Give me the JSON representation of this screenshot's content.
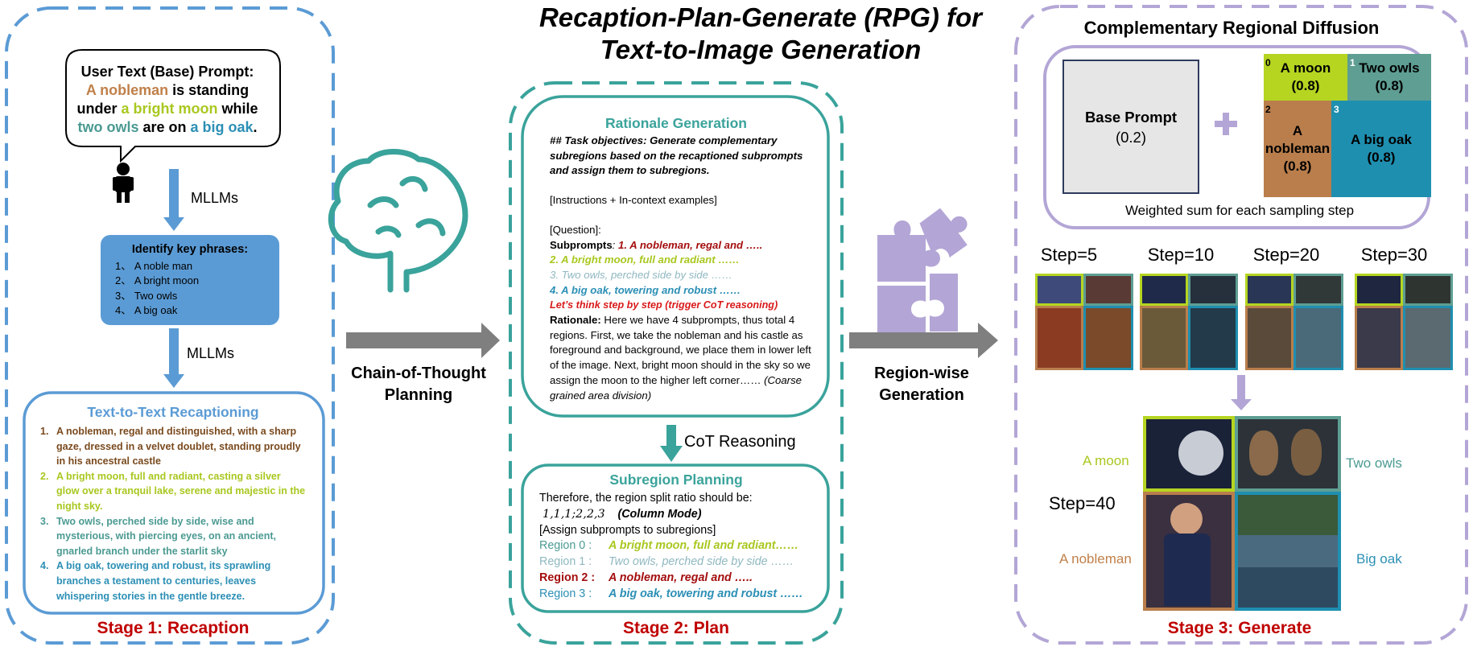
{
  "title": {
    "line1": "Recaption-Plan-Generate (RPG) for",
    "line2": "Text-to-Image Generation"
  },
  "stage1": {
    "prompt_heading": "User Text (Base) Prompt:",
    "prompt_parts": {
      "p1": "A nobleman",
      "p2": " is standing",
      "p3": "under ",
      "p4": "a bright moon",
      "p5": " while",
      "p6": "two owls",
      "p7": " are on ",
      "p8": "a big oak",
      "p9": "."
    },
    "mllm_label_1": "MLLMs",
    "mllm_label_2": "MLLMs",
    "key_phrases_title": "Identify key phrases:",
    "key_phrases": [
      "1、 A noble man",
      "2、 A bright moon",
      "3、 Two owls",
      "4、 A big oak"
    ],
    "recaption_title": "Text-to-Text Recaptioning",
    "recaptions": [
      {
        "num": "1.",
        "text": "A nobleman, regal and distinguished, with a sharp gaze, dressed in a velvet doublet, standing proudly in his ancestral castle"
      },
      {
        "num": "2.",
        "text": "A bright moon, full and radiant, casting a silver glow over a tranquil lake, serene and majestic in the night sky."
      },
      {
        "num": "3.",
        "text": "Two owls, perched side by side, wise and mysterious, with piercing eyes, on an ancient, gnarled branch under the starlit sky"
      },
      {
        "num": "4.",
        "text": "A big oak, towering and robust, its sprawling branches a testament to centuries, leaves whispering stories in the gentle breeze."
      }
    ],
    "stage_label": "Stage 1: Recaption"
  },
  "middle": {
    "cot_planning_1": "Chain-of-Thought",
    "cot_planning_2": "Planning",
    "region_gen_1": "Region-wise",
    "region_gen_2": "Generation"
  },
  "stage2": {
    "rationale_title": "Rationale Generation",
    "task_objectives": "## Task objectives: Generate complementary subregions based on the recaptioned subprompts and assign them to subregions.",
    "instructions": "[Instructions + In-context examples]",
    "question": "[Question]:",
    "subprompts_label": "Subprompts",
    "subprompts_colon": ": ",
    "subprompt_1": "1. A nobleman, regal and …..",
    "subprompt_2": "2. A bright moon, full and radiant ……",
    "subprompt_3": "3. Two owls, perched side by side ……",
    "subprompt_4": "4. A big oak, towering and robust ……",
    "cot_trigger": "Let’s think step by step (trigger CoT reasoning)",
    "rationale_label": "Rationale:",
    "rationale_text": "  Here we have 4 subprompts, thus total 4 regions. First, we take the nobleman and his castle as foreground and background, we place them in lower left of the image. Next, bright moon should in the sky so we assign the moon to the higher left corner……",
    "rationale_tail": " (Coarse grained area division)",
    "cot_reasoning_label": "CoT Reasoning",
    "subregion_title": "Subregion Planning",
    "split_text": "Therefore, the region split ratio should be:",
    "split_ratio": "1,1,1;2,2,3",
    "column_mode": "(Column Mode)",
    "assign_text": "[Assign subprompts to subregions]",
    "regions": [
      {
        "label": "Region 0 :",
        "text": "A bright moon, full and  radiant……"
      },
      {
        "label": "Region 1 :",
        "text": "Two owls, perched side by side ……"
      },
      {
        "label": "Region 2 :",
        "text": "A nobleman, regal and ….."
      },
      {
        "label": "Region 3 :",
        "text": "A big oak, towering and robust  ……"
      }
    ],
    "stage_label": "Stage 2: Plan"
  },
  "stage3": {
    "title": "Complementary Regional Diffusion",
    "base_prompt": "Base Prompt",
    "base_weight": "(0.2)",
    "regions": [
      {
        "num": "0",
        "name": "A moon",
        "weight": "(0.8)",
        "color": "#b5d521"
      },
      {
        "num": "1",
        "name": "Two owls",
        "weight": "(0.8)",
        "color": "#5e9e93"
      },
      {
        "num": "2",
        "name_l1": "A",
        "name_l2": "nobleman",
        "weight": "(0.8)",
        "color": "#b97e4c"
      },
      {
        "num": "3",
        "name": "A big oak",
        "weight": "(0.8)",
        "color": "#1f8fb0"
      }
    ],
    "weighted_sum": "Weighted sum for each sampling step",
    "steps": [
      "Step=5",
      "Step=10",
      "Step=20",
      "Step=30"
    ],
    "step40": "Step=40",
    "final_labels": {
      "moon": "A moon",
      "owls": "Two owls",
      "nobleman": "A nobleman",
      "oak": "Big oak"
    },
    "stage_label": "Stage 3: Generate"
  },
  "colors": {
    "stage1_border": "#5b9bd5",
    "stage2_border": "#3aa39b",
    "stage3_border": "#b3a6d6",
    "stage_label": "#c00000",
    "arrow_gray": "#7f7f7f"
  }
}
